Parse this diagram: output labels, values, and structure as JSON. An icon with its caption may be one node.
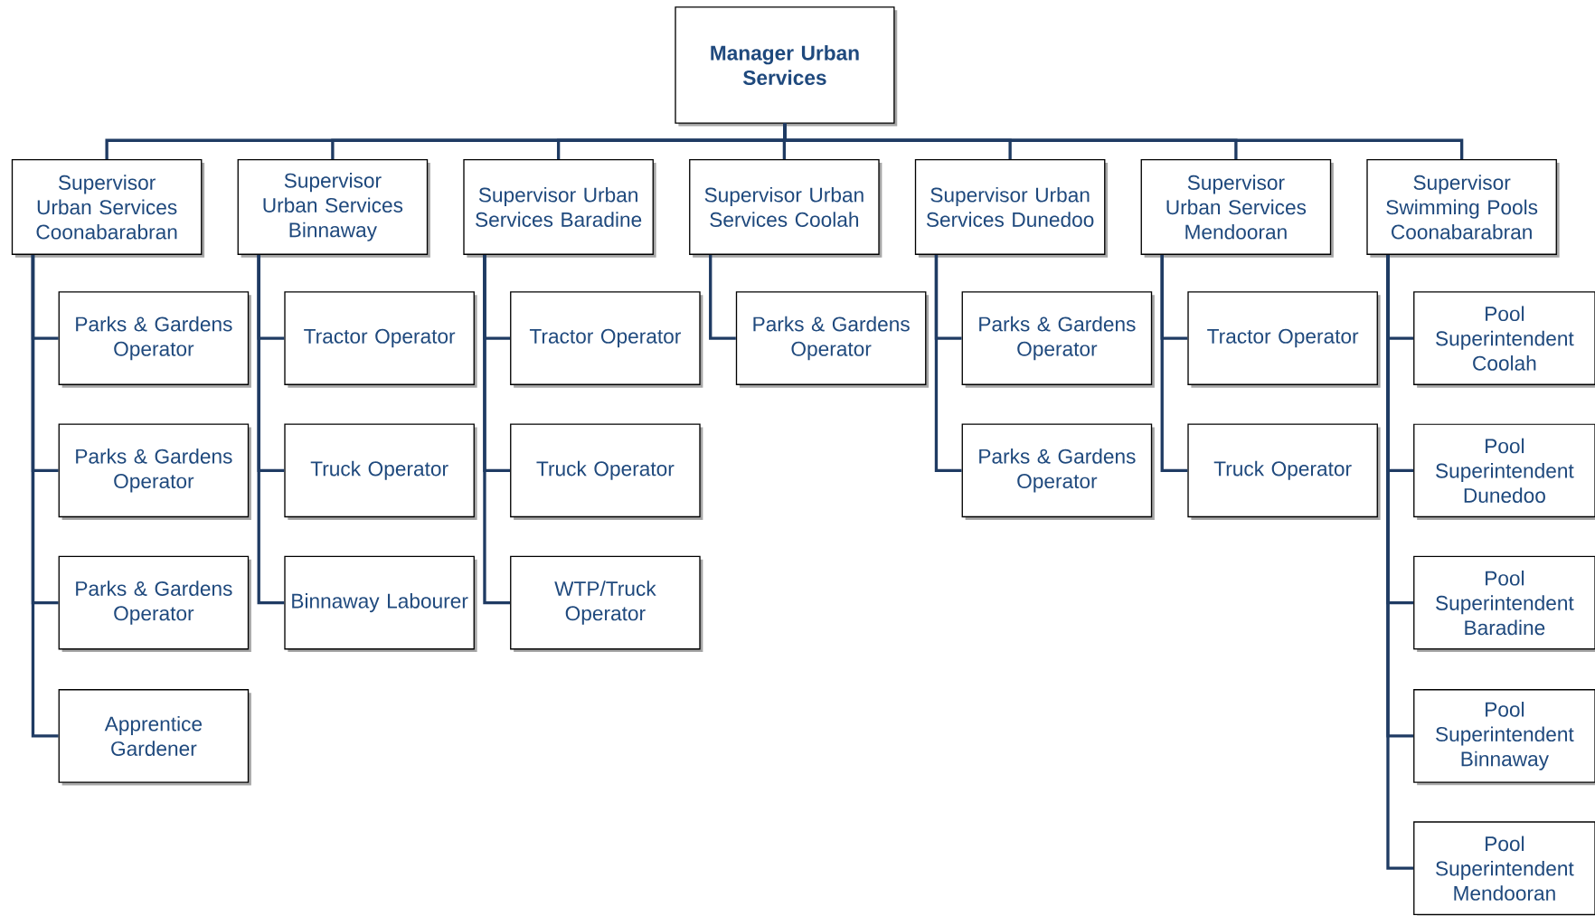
{
  "diagram": {
    "nodes": [
      {
        "text": [
          "Manager Urban Services"
        ]
      },
      {
        "text": [
          "Supervisor Urban Services Coonabarabran"
        ]
      },
      {
        "text": [
          "Supervisor Urban Services Binnaway"
        ]
      },
      {
        "text": [
          "Supervisor Urban Services Baradine"
        ]
      },
      {
        "text": [
          "Supervisor Urban Services Coolah"
        ]
      },
      {
        "text": [
          "Supervisor Urban Services Dunedoo"
        ]
      },
      {
        "text": [
          "Supervisor Urban Services Mendooran"
        ]
      },
      {
        "text": [
          "Supervisor Swimming Pools Coonabarabran"
        ]
      },
      {
        "text": [
          "Parks & Gardens Operator"
        ]
      },
      {
        "text": [
          "Parks & Gardens Operator"
        ]
      },
      {
        "text": [
          "Parks & Gardens Operator"
        ]
      },
      {
        "text": [
          "Apprentice Gardener"
        ]
      },
      {
        "text": [
          "Tractor Operator"
        ]
      },
      {
        "text": [
          "Truck Operator"
        ]
      },
      {
        "text": [
          "Binnaway Labourer"
        ]
      },
      {
        "text": [
          "Tractor Operator"
        ]
      },
      {
        "text": [
          "Truck Operator"
        ]
      },
      {
        "text": [
          "WTP/Truck Operator"
        ]
      },
      {
        "text": [
          "Parks & Gardens Operator"
        ]
      },
      {
        "text": [
          "Parks & Gardens Operator"
        ]
      },
      {
        "text": [
          "Parks & Gardens Operator"
        ]
      },
      {
        "text": [
          "Tractor Operator"
        ]
      },
      {
        "text": [
          "Truck Operator"
        ]
      },
      {
        "text": [
          "Pool Superintendent Coolah"
        ]
      },
      {
        "text": [
          "Pool Superintendent Dunedoo"
        ]
      },
      {
        "text": [
          "Pool Superintendent Baradine"
        ]
      },
      {
        "text": [
          "Pool Superintendent Binnaway"
        ]
      },
      {
        "text": [
          "Pool Superintendent Mendooran"
        ]
      }
    ],
    "edges": [
      {
        "from": 0,
        "to": 1,
        "arrow": "none"
      },
      {
        "from": 0,
        "to": 2,
        "arrow": "none"
      },
      {
        "from": 0,
        "to": 3,
        "arrow": "none"
      },
      {
        "from": 0,
        "to": 4,
        "arrow": "none"
      },
      {
        "from": 0,
        "to": 5,
        "arrow": "none"
      },
      {
        "from": 0,
        "to": 6,
        "arrow": "none"
      },
      {
        "from": 0,
        "to": 7,
        "arrow": "none"
      },
      {
        "from": 1,
        "to": 8,
        "arrow": "none"
      },
      {
        "from": 1,
        "to": 9,
        "arrow": "none"
      },
      {
        "from": 1,
        "to": 10,
        "arrow": "none"
      },
      {
        "from": 1,
        "to": 11,
        "arrow": "none"
      },
      {
        "from": 2,
        "to": 12,
        "arrow": "none"
      },
      {
        "from": 2,
        "to": 13,
        "arrow": "none"
      },
      {
        "from": 2,
        "to": 14,
        "arrow": "none"
      },
      {
        "from": 3,
        "to": 15,
        "arrow": "none"
      },
      {
        "from": 3,
        "to": 16,
        "arrow": "none"
      },
      {
        "from": 3,
        "to": 17,
        "arrow": "none"
      },
      {
        "from": 4,
        "to": 18,
        "arrow": "none"
      },
      {
        "from": 5,
        "to": 19,
        "arrow": "none"
      },
      {
        "from": 5,
        "to": 20,
        "arrow": "none"
      },
      {
        "from": 6,
        "to": 21,
        "arrow": "none"
      },
      {
        "from": 6,
        "to": 22,
        "arrow": "none"
      },
      {
        "from": 7,
        "to": 23,
        "arrow": "none"
      },
      {
        "from": 7,
        "to": 24,
        "arrow": "none"
      },
      {
        "from": 7,
        "to": 25,
        "arrow": "none"
      },
      {
        "from": 7,
        "to": 26,
        "arrow": "none"
      },
      {
        "from": 7,
        "to": 27,
        "arrow": "none"
      }
    ]
  }
}
